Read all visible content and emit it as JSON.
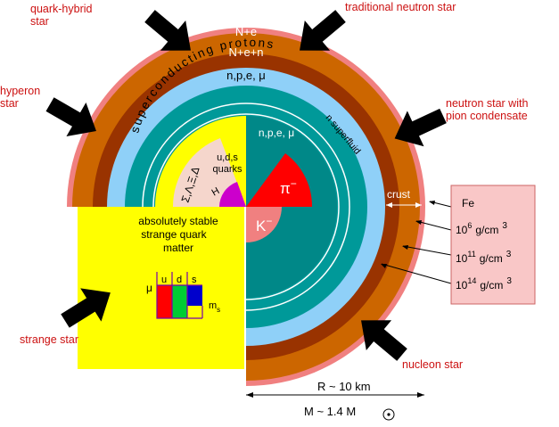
{
  "outer_labels": {
    "quark_hybrid_line1": "quark-hybrid",
    "quark_hybrid_line2": "star",
    "hyperon_line1": "hyperon",
    "hyperon_line2": "star",
    "strange_star": "strange star",
    "traditional_neutron_star": "traditional neutron star",
    "pion_condensate_line1": "neutron star with",
    "pion_condensate_line2": "pion condensate",
    "nucleon_star": "nucleon star"
  },
  "layers": {
    "outer": "N+e",
    "second": "N+e+n",
    "third": "n,p,e, μ",
    "supercond_arc": "superconducting protons",
    "n_superfluid": "n superfluid",
    "inner_npe": "n,p,e, μ",
    "quarks_line1": "u,d,s",
    "quarks_line2": "quarks",
    "hyperon_symbols": "Σ,Λ,Ξ,Δ",
    "h_label": "H",
    "pi_label": "π",
    "pi_sup": "−",
    "k_label": "K",
    "k_sup": "−"
  },
  "strange_matter": {
    "line1": "absolutely stable",
    "line2": "strange quark",
    "line3": "matter",
    "mu": "μ",
    "u": "u",
    "d": "d",
    "s": "s",
    "ms_m": "m",
    "ms_s": "s"
  },
  "crust": {
    "label": "crust",
    "fe": "Fe",
    "d1_base": "10",
    "d1_exp": "6",
    "d1_unit": "g/cm",
    "d1_unit_exp": "3",
    "d2_base": "10",
    "d2_exp": "11",
    "d2_unit": "g/cm",
    "d2_unit_exp": "3",
    "d3_base": "10",
    "d3_exp": "14",
    "d3_unit": "g/cm",
    "d3_unit_exp": "3"
  },
  "scale": {
    "radius": "R ~ 10 km",
    "mass_prefix": "M ~ 1.4 M"
  },
  "colors": {
    "outer_ring": "#f08080",
    "orange_ring": "#cc6600",
    "brown_ring": "#993300",
    "light_blue": "#8fd0f8",
    "teal_ring": "#009999",
    "inner_teal": "#008888",
    "yellow": "#ffff00",
    "pink_sector": "#f5d6cc",
    "red_pion": "#ff0000",
    "kaon": "#f08080",
    "magenta": "#cc00cc",
    "crust_box": "#f9c7c7",
    "label_red": "#cc1111"
  }
}
